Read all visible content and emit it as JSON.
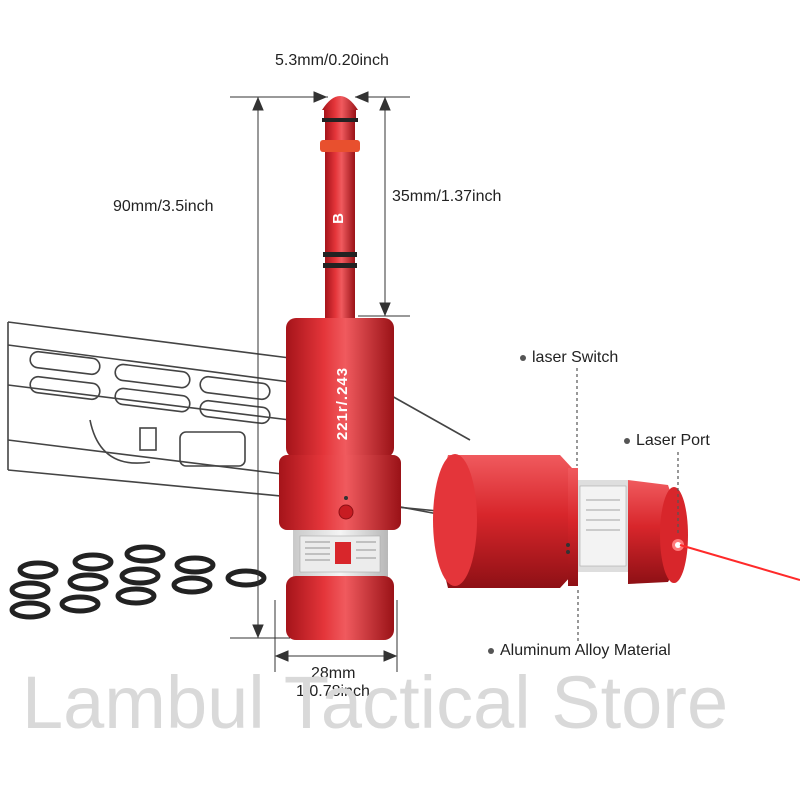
{
  "dimensions": {
    "tip_width": "5.3mm/0.20inch",
    "total_length": "90mm/3.5inch",
    "arbor_length": "35mm/1.37inch",
    "body_width_mm": "28mm",
    "body_width_inch": "1 0.78inch"
  },
  "product": {
    "arbor_marking": "B",
    "body_marking": "221r/.243"
  },
  "callouts": {
    "laser_switch": "laser Switch",
    "laser_port": "Laser Port",
    "material": "Aluminum Alloy Material"
  },
  "watermark": "Lambul Tactical Store",
  "colors": {
    "body_red": "#d8262b",
    "laser_beam": "#ff2a2a",
    "outline": "#444444"
  }
}
